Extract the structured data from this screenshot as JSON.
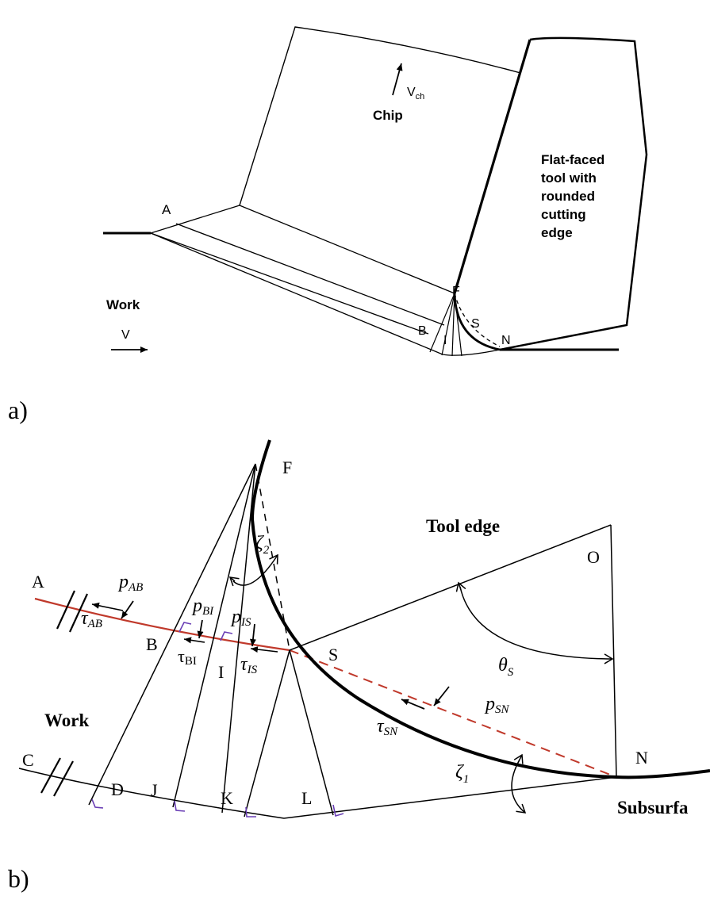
{
  "panel_a": {
    "caption": "a)",
    "labels": {
      "A": "A",
      "F": "F",
      "B": "B",
      "I": "I",
      "S": "S",
      "N": "N",
      "chip": "Chip",
      "v_chip_main": "V",
      "v_chip_sub": "ch",
      "work": "Work",
      "v_work": "V"
    },
    "tool_label_lines": [
      "Flat-faced",
      "tool with",
      "rounded",
      "cutting",
      "edge"
    ]
  },
  "panel_b": {
    "caption": "b)",
    "points": {
      "F": "F",
      "A": "A",
      "B": "B",
      "I": "I",
      "S": "S",
      "O": "O",
      "N": "N",
      "C": "C",
      "D": "D",
      "J": "J",
      "K": "K",
      "L": "L"
    },
    "tool_edge": "Tool edge",
    "work": "Work",
    "subsurface": "Subsurfa",
    "symbols": {
      "zeta": "ζ",
      "zeta2_sub": "2",
      "zeta1_sub": "1",
      "theta": "θ",
      "theta_sub": "S",
      "p": "p",
      "tau": "τ",
      "AB": "AB",
      "BI": "BI",
      "IS": "IS",
      "SN": "SN",
      "tau_BI": "τ",
      "BI_sub": "BI"
    }
  },
  "colors": {
    "line": "#000000",
    "stress_line": "#c0392b",
    "right_angle_marker": "#6a3fb5"
  }
}
